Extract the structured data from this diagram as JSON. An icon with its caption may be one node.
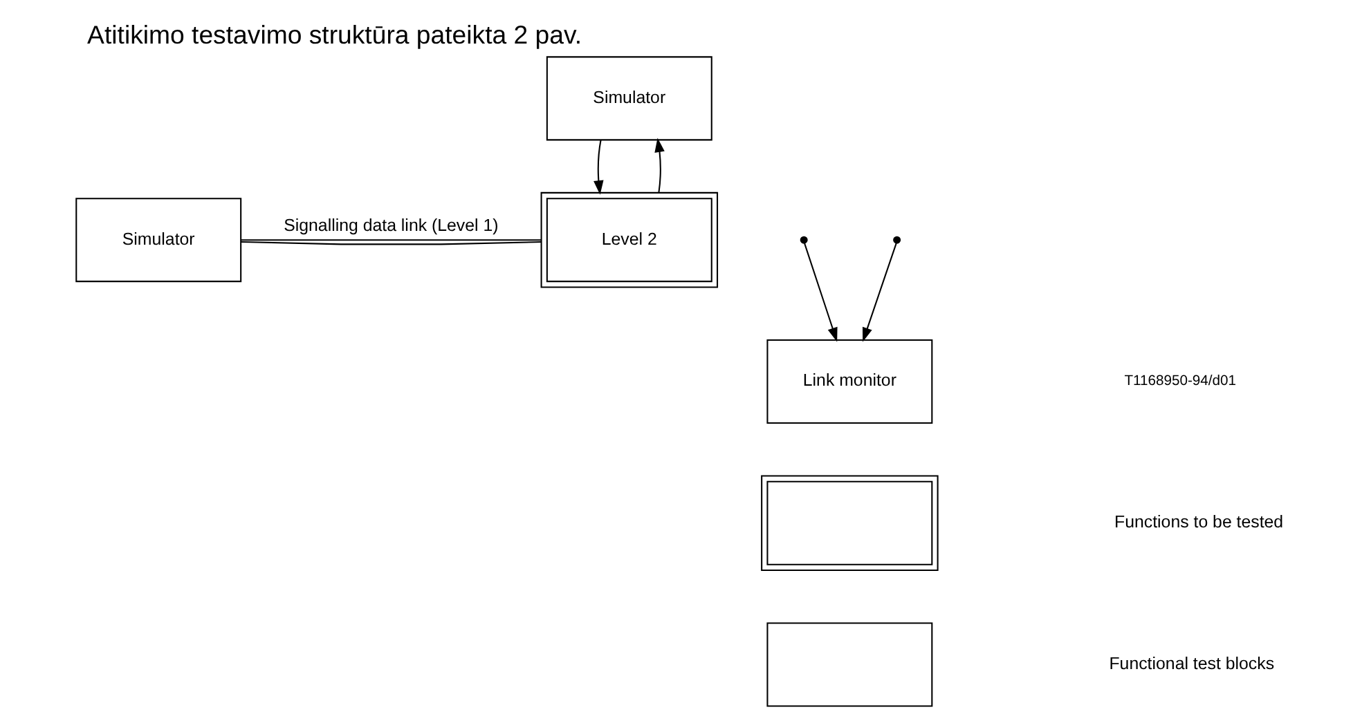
{
  "diagram": {
    "title": "Atitikimo testavimo struktūra pateikta 2 pav.",
    "nodes": [
      {
        "text": [
          "Simulator"
        ]
      },
      {
        "text": [
          "Simulator"
        ]
      },
      {
        "text": [
          "Level 2"
        ]
      },
      {
        "text": [
          "Link monitor"
        ]
      },
      {
        "text": [],
        "shape": "box"
      },
      {
        "text": [],
        "shape": "box"
      }
    ],
    "edges": [
      {
        "from": 2,
        "to": 0,
        "arrow": "to"
      },
      {
        "from": 0,
        "to": 2,
        "arrow": "to"
      },
      {
        "from": 1,
        "to": 2,
        "arrow": "none",
        "label": "Signalling data link (Level 1)"
      },
      {
        "from": 1,
        "to": 2,
        "arrow": "none"
      },
      {
        "from": null,
        "to": 3,
        "arrow": "to"
      },
      {
        "from": null,
        "to": 3,
        "arrow": "to"
      }
    ],
    "labels": [
      "T1168950-94/d01"
    ],
    "legend": [
      {
        "text": "Functions to be tested"
      },
      {
        "text": "Functional test blocks"
      }
    ]
  }
}
